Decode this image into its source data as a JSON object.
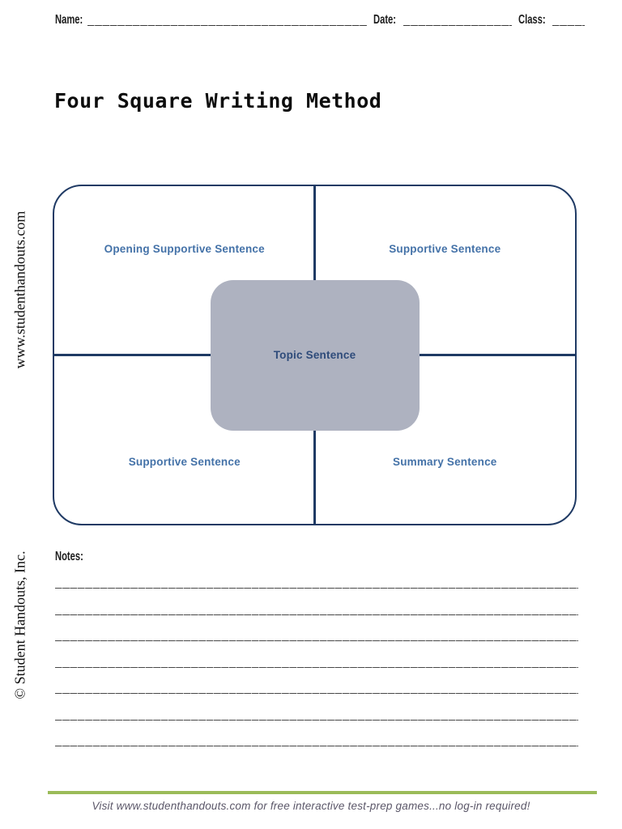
{
  "header": {
    "name_label": "Name:",
    "name_line": "____________________________________________________________",
    "date_label": "Date:",
    "date_line": "______________________________",
    "class_label": "Class:",
    "class_line": "________"
  },
  "title": "Four Square Writing Method",
  "sidebar": {
    "website_vertical": "www.studenthandouts.com",
    "copyright_vertical": "© Student Handouts, Inc."
  },
  "foursquare": {
    "border_color": "#1f3a64",
    "label_color": "#4472a8",
    "center_fill": "#aeb2c0",
    "center_label": "Topic Sentence",
    "quadrants": [
      {
        "position": "top-left",
        "label": "Opening Supportive Sentence"
      },
      {
        "position": "top-right",
        "label": "Supportive Sentence"
      },
      {
        "position": "bottom-left",
        "label": "Supportive Sentence"
      },
      {
        "position": "bottom-right",
        "label": "Summary Sentence"
      }
    ]
  },
  "notes": {
    "label": "Notes:",
    "lines": [
      "__________________________________________________________________________________________",
      "__________________________________________________________________________________________",
      "__________________________________________________________________________________________",
      "__________________________________________________________________________________________",
      "__________________________________________________________________________________________",
      "__________________________________________________________________________________________",
      "__________________________________________________________________________________________"
    ]
  },
  "footer": {
    "accent_color": "#9bbb59",
    "message": "Visit www.studenthandouts.com for free interactive test-prep games...no log-in required!"
  }
}
